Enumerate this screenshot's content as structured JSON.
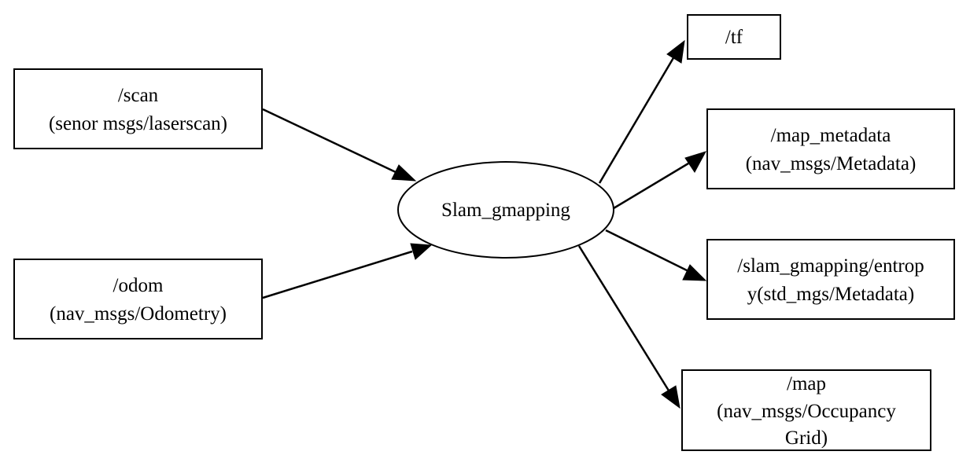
{
  "diagram": {
    "center_node": {
      "id": "slam_gmapping",
      "label": "Slam_gmapping",
      "shape": "ellipse"
    },
    "input_nodes": [
      {
        "id": "scan",
        "lines": [
          "/scan",
          "(senor msgs/laserscan)"
        ]
      },
      {
        "id": "odom",
        "lines": [
          "/odom",
          "(nav_msgs/Odometry)"
        ]
      }
    ],
    "output_nodes": [
      {
        "id": "tf",
        "lines": [
          "/tf"
        ]
      },
      {
        "id": "map_metadata",
        "lines": [
          "/map_metadata",
          "(nav_msgs/Metadata)"
        ]
      },
      {
        "id": "entropy",
        "lines": [
          "/slam_gmapping/entrop",
          "y(std_mgs/Metadata)"
        ]
      },
      {
        "id": "map",
        "lines": [
          "/map",
          "(nav_msgs/Occupancy",
          "Grid)"
        ]
      }
    ],
    "edges": [
      {
        "from": "scan",
        "to": "slam_gmapping"
      },
      {
        "from": "odom",
        "to": "slam_gmapping"
      },
      {
        "from": "slam_gmapping",
        "to": "tf"
      },
      {
        "from": "slam_gmapping",
        "to": "map_metadata"
      },
      {
        "from": "slam_gmapping",
        "to": "entropy"
      },
      {
        "from": "slam_gmapping",
        "to": "map"
      }
    ]
  }
}
